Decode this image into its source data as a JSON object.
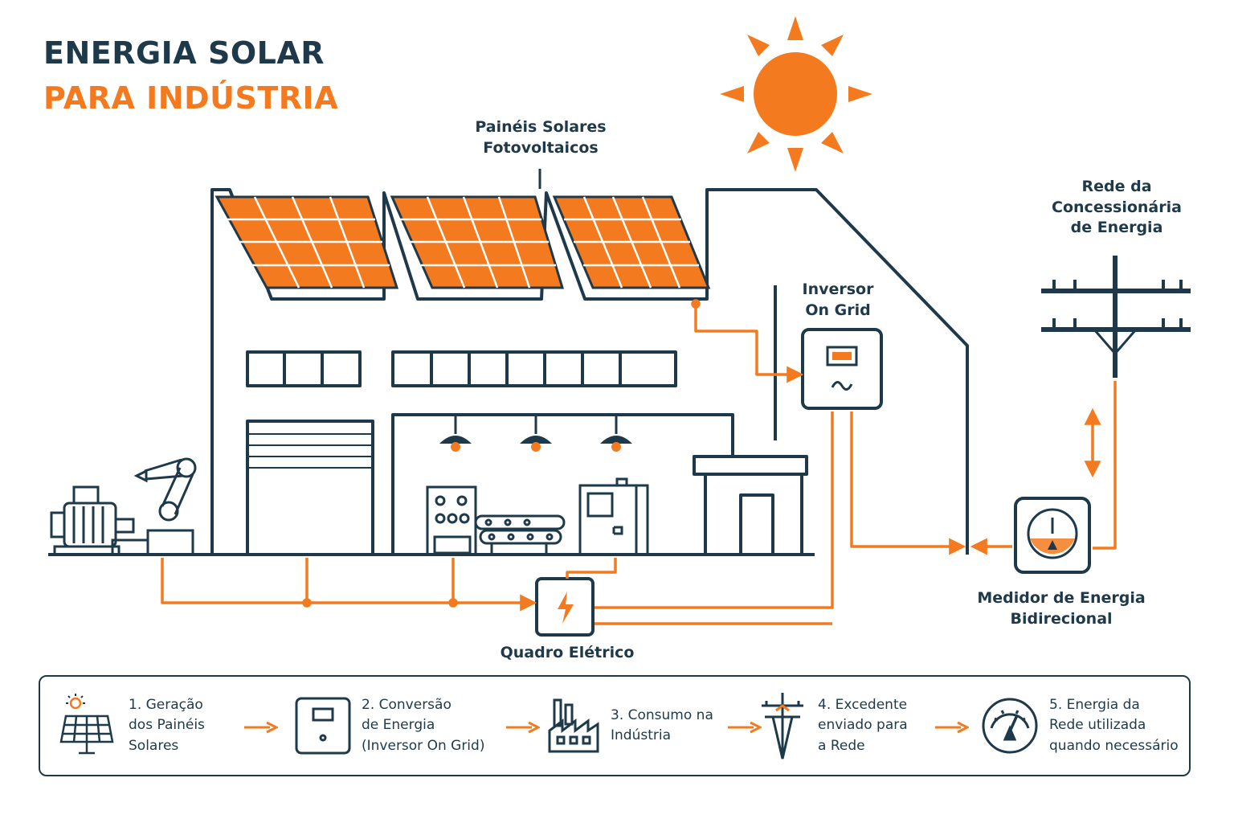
{
  "title": {
    "line1": "ENERGIA SOLAR",
    "line2": "PARA INDÚSTRIA"
  },
  "labels": {
    "panels": [
      "Painéis Solares",
      "Fotovoltaicos"
    ],
    "inverter": [
      "Inversor",
      "On Grid"
    ],
    "grid": [
      "Rede da",
      "Concessionária",
      "de Energia"
    ],
    "meter": [
      "Medidor de Energia",
      "Bidirecional"
    ],
    "panel_board": "Quadro Elétrico"
  },
  "steps": [
    {
      "icon": "solar-panel-sun-icon",
      "lines": [
        "1. Geração",
        "dos Painéis",
        "Solares"
      ]
    },
    {
      "icon": "inverter-icon",
      "lines": [
        "2. Conversão",
        "de Energia",
        "(Inversor On Grid)"
      ]
    },
    {
      "icon": "factory-icon",
      "lines": [
        "3. Consumo na",
        "Indústria"
      ]
    },
    {
      "icon": "utility-pole-icon",
      "lines": [
        "4. Excedente",
        "enviado para",
        "a Rede"
      ]
    },
    {
      "icon": "energy-meter-icon",
      "lines": [
        "5. Energia da",
        "Rede utilizada",
        "quando necessário"
      ]
    }
  ],
  "colors": {
    "accent": "#f47a20",
    "dark": "#1e3a4a",
    "background": "#ffffff"
  }
}
